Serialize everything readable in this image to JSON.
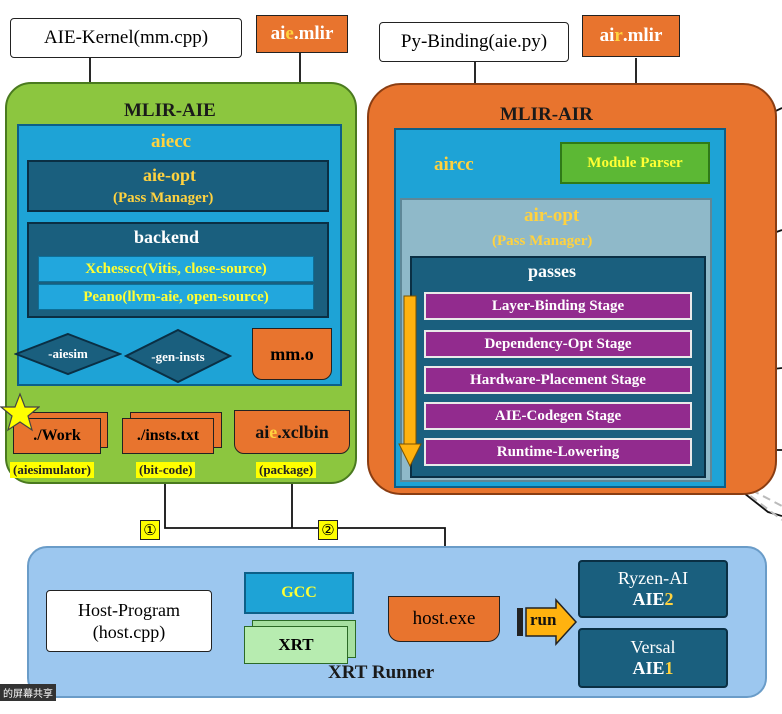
{
  "top": {
    "aie_kernel": "AIE-Kernel(mm.cpp)",
    "aie_mlir_a": "ai",
    "aie_mlir_b": "e",
    "aie_mlir_c": ".mlir",
    "py_binding": "Py-Binding(aie.py)",
    "air_mlir_a": "ai",
    "air_mlir_b": "r",
    "air_mlir_c": ".mlir"
  },
  "mlir_aie": {
    "title": "MLIR-AIE",
    "aiecc": "aiecc",
    "aie_opt": "aie-opt",
    "pass_manager": "(Pass Manager)",
    "backend": "backend",
    "xchesscc": "Xchesscc(Vitis, close-source)",
    "peano": "Peano(llvm-aie, open-source)",
    "aiesim": "-aiesim",
    "gen_insts": "-gen-insts",
    "mm_o": "mm.o",
    "work": "./Work",
    "insts": "./insts.txt",
    "xclbin_a": "ai",
    "xclbin_b": "e",
    "xclbin_c": ".xclbin",
    "tag_sim": "(aiesimulator)",
    "tag_bitcode": "(bit-code)",
    "tag_package": "(package)"
  },
  "mlir_air": {
    "title": "MLIR-AIR",
    "aircc": "aircc",
    "module_parser": "Module Parser",
    "air_opt": "air-opt",
    "pass_manager": "(Pass Manager)",
    "passes": "passes",
    "stages": [
      "Layer-Binding Stage",
      "Dependency-Opt Stage",
      "Hardware-Placement Stage",
      "AIE-Codegen Stage",
      "Runtime-Lowering"
    ]
  },
  "xrt": {
    "title": "XRT Runner",
    "host_program": "Host-Program",
    "host_cpp": "(host.cpp)",
    "gcc": "GCC",
    "xrt": "XRT",
    "host_exe": "host.exe",
    "run": "run",
    "ryzen": "Ryzen-AI",
    "aie2_a": "AIE",
    "aie2_b": "2",
    "versal": "Versal",
    "aie1_a": "AIE",
    "aie1_b": "1"
  },
  "badges": [
    "①",
    "②"
  ],
  "watermark": "的屏幕共享",
  "colors": {
    "aie_region": "#8cc63f",
    "air_region": "#e8742e",
    "xrt_region": "#9cc7ef",
    "stage": "#922b8e",
    "highlight": "#ffff00"
  }
}
